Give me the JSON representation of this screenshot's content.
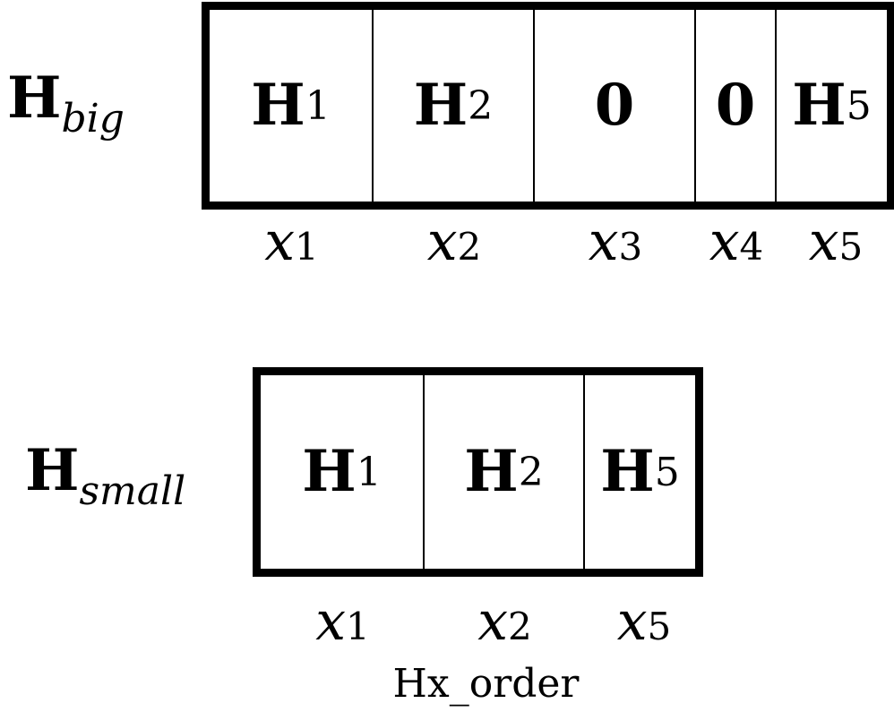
{
  "h_big": {
    "symbol": "H",
    "subscript": "big",
    "blocks": [
      {
        "symbol": "H",
        "sub": "1"
      },
      {
        "symbol": "H",
        "sub": "2"
      },
      {
        "symbol": "0",
        "sub": ""
      },
      {
        "symbol": "0",
        "sub": ""
      },
      {
        "symbol": "H",
        "sub": "5"
      }
    ],
    "vars": [
      {
        "symbol": "x",
        "sub": "1"
      },
      {
        "symbol": "x",
        "sub": "2"
      },
      {
        "symbol": "x",
        "sub": "3"
      },
      {
        "symbol": "x",
        "sub": "4"
      },
      {
        "symbol": "x",
        "sub": "5"
      }
    ]
  },
  "h_small": {
    "symbol": "H",
    "subscript": "small",
    "blocks": [
      {
        "symbol": "H",
        "sub": "1"
      },
      {
        "symbol": "H",
        "sub": "2"
      },
      {
        "symbol": "H",
        "sub": "5"
      }
    ],
    "vars": [
      {
        "symbol": "x",
        "sub": "1"
      },
      {
        "symbol": "x",
        "sub": "2"
      },
      {
        "symbol": "x",
        "sub": "5"
      }
    ]
  },
  "caption": "Hx_order"
}
